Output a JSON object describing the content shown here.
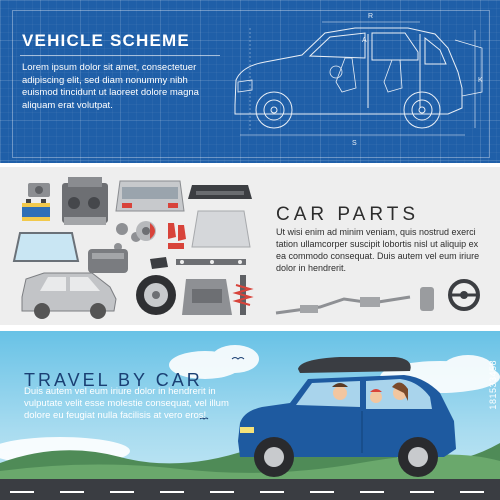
{
  "vehicle_scheme": {
    "title": "VEHICLE SCHEME",
    "body": "Lorem ipsum dolor sit amet, consectetuer adipiscing elit, sed diam nonummy nibh euismod tincidunt ut laoreet dolore magna aliquam erat volutpat.",
    "dim_labels": [
      "R",
      "A",
      "S",
      "K"
    ],
    "color": "#1f5fa8"
  },
  "car_parts": {
    "title": "CAR PARTS",
    "body": "Ut wisi enim ad minim veniam, quis nostrud exerci tation ullamcorper suscipit lobortis nisl ut aliquip ex ea commodo consequat. Duis autem vel eum iriure dolor in hendrerit.",
    "icons": [
      "engine-icon",
      "battery-icon",
      "car-trunk-icon",
      "bumper-icon",
      "hood-icon",
      "windshield-icon",
      "gear-icon",
      "brake-disc-icon",
      "car-seat-icon",
      "mirror-icon",
      "car-body-frame-icon",
      "wheel-icon",
      "shock-absorber-icon",
      "exhaust-pipe-icon",
      "steering-wheel-icon"
    ]
  },
  "travel_by_car": {
    "title": "TRAVEL BY CAR",
    "body": "Duis autem vel eum iriure dolor in hendrerit in vulputate velit esse molestie consequat, vel illum dolore eu feugiat nulla facilisis at vero eros!",
    "car_color": "#1e5aa0"
  },
  "watermark": "181533458"
}
